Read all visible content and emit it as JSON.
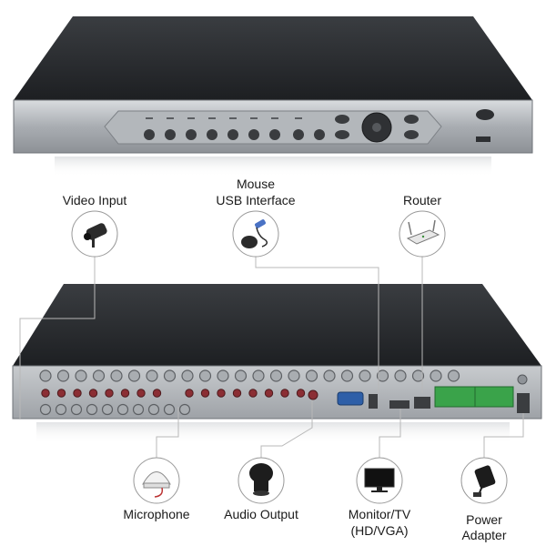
{
  "labels": {
    "video_input": "Video Input",
    "mouse_line1": "Mouse",
    "mouse_line2": "USB Interface",
    "router": "Router",
    "microphone": "Microphone",
    "audio_output": "Audio Output",
    "monitor_line1": "Monitor/TV",
    "monitor_line2": "(HD/VGA)",
    "power_line1": "Power",
    "power_line2": "Adapter"
  },
  "icons": {
    "video_input": "camera-icon",
    "mouse": "mouse-icon",
    "router": "router-icon",
    "microphone": "microphone-icon",
    "audio_output": "speaker-icon",
    "monitor": "monitor-icon",
    "power": "power-adapter-icon"
  },
  "colors": {
    "device_top": "#2b2d30",
    "panel_silver": "#b9bdc1",
    "terminal_green": "#3aa34a"
  }
}
